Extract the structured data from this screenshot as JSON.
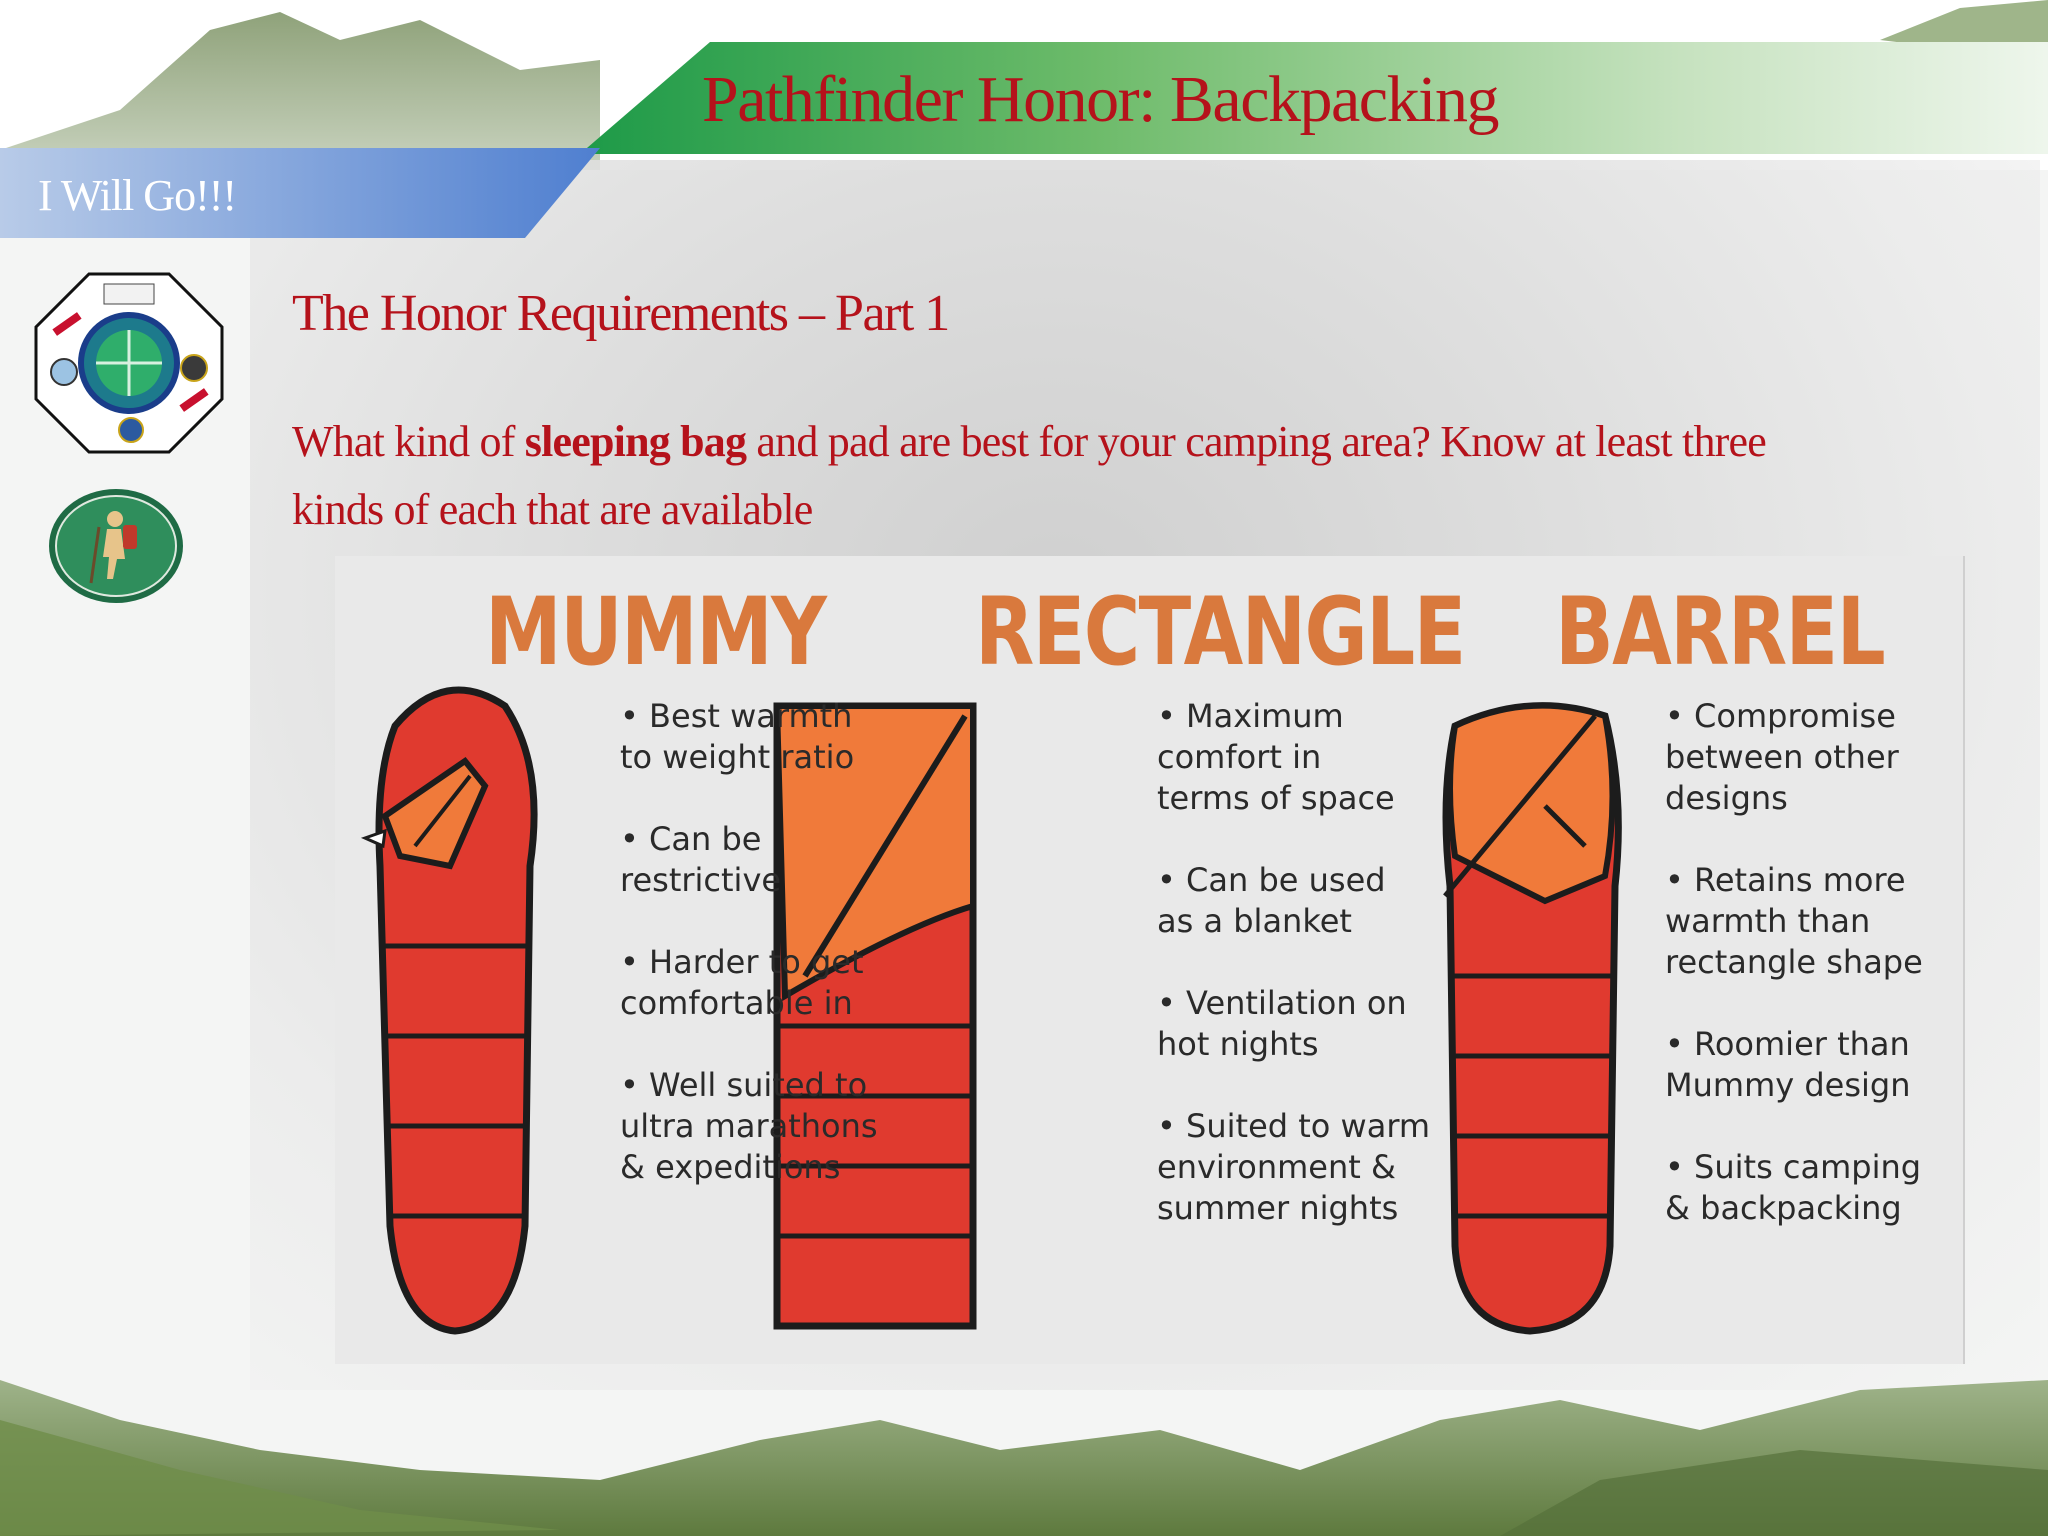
{
  "header": {
    "title": "Pathfinder Honor: Backpacking",
    "subtitle": "I Will Go!!!"
  },
  "badges": {
    "main_icon": "pathfinder-emblem-icon",
    "honor_icon": "backpacking-honor-patch-icon"
  },
  "content": {
    "heading": "The Honor Requirements – Part 1",
    "question_before": "What kind of ",
    "question_bold": "sleeping bag",
    "question_after": " and pad are best for your camping area? Know at least three kinds of each that are available"
  },
  "infographic": {
    "colors": {
      "title": "#d9793d",
      "bag_red": "#e03a2f",
      "bag_orange": "#f07a3a",
      "outline": "#1c1c1c"
    },
    "types": [
      {
        "name": "MUMMY",
        "points": [
          "• Best warmth\nto weight ratio",
          "• Can be\nrestrictive",
          "• Harder to get\ncomfortable in",
          "• Well suited to\nultra marathons\n& expeditions"
        ]
      },
      {
        "name": "RECTANGLE",
        "points": [
          "• Maximum\ncomfort in\nterms of space",
          "• Can be used\nas a blanket",
          "• Ventilation on\nhot nights",
          "• Suited to warm\nenvironment &\nsummer nights"
        ]
      },
      {
        "name": "BARREL",
        "points": [
          "• Compromise\nbetween other\ndesigns",
          "• Retains more\nwarmth than\nrectangle shape",
          "• Roomier than\nMummy design",
          "• Suits camping\n& backpacking"
        ]
      }
    ]
  }
}
